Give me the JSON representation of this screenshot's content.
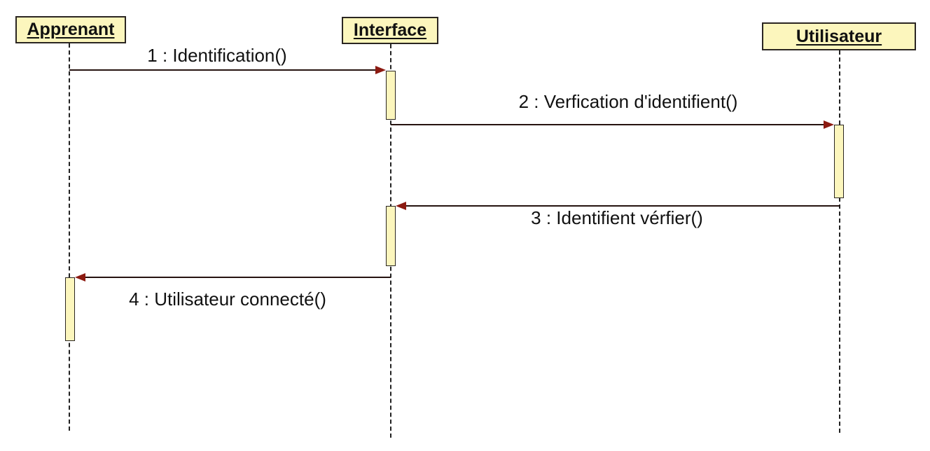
{
  "diagram": {
    "type": "uml-sequence-diagram",
    "actors": [
      {
        "name": "Apprenant"
      },
      {
        "name": "Interface"
      },
      {
        "name": "Utilisateur"
      }
    ],
    "messages": [
      {
        "seq": "1",
        "label": "1 : Identification()",
        "from": "Apprenant",
        "to": "Interface",
        "direction": "right"
      },
      {
        "seq": "2",
        "label": "2 : Verfication d'identifient()",
        "from": "Interface",
        "to": "Utilisateur",
        "direction": "right"
      },
      {
        "seq": "3",
        "label": "3 : Identifient vérfier()",
        "from": "Utilisateur",
        "to": "Interface",
        "direction": "left"
      },
      {
        "seq": "4",
        "label": "4 : Utilisateur connecté()",
        "from": "Interface",
        "to": "Apprenant",
        "direction": "left"
      }
    ],
    "colors": {
      "background": "#ffffff",
      "box_fill": "#FCF6BD",
      "box_border": "#2B2622",
      "line_color": "#261310",
      "arrowhead": "#8C1A11",
      "text_color": "#111111",
      "lifeline": "#222222"
    }
  }
}
